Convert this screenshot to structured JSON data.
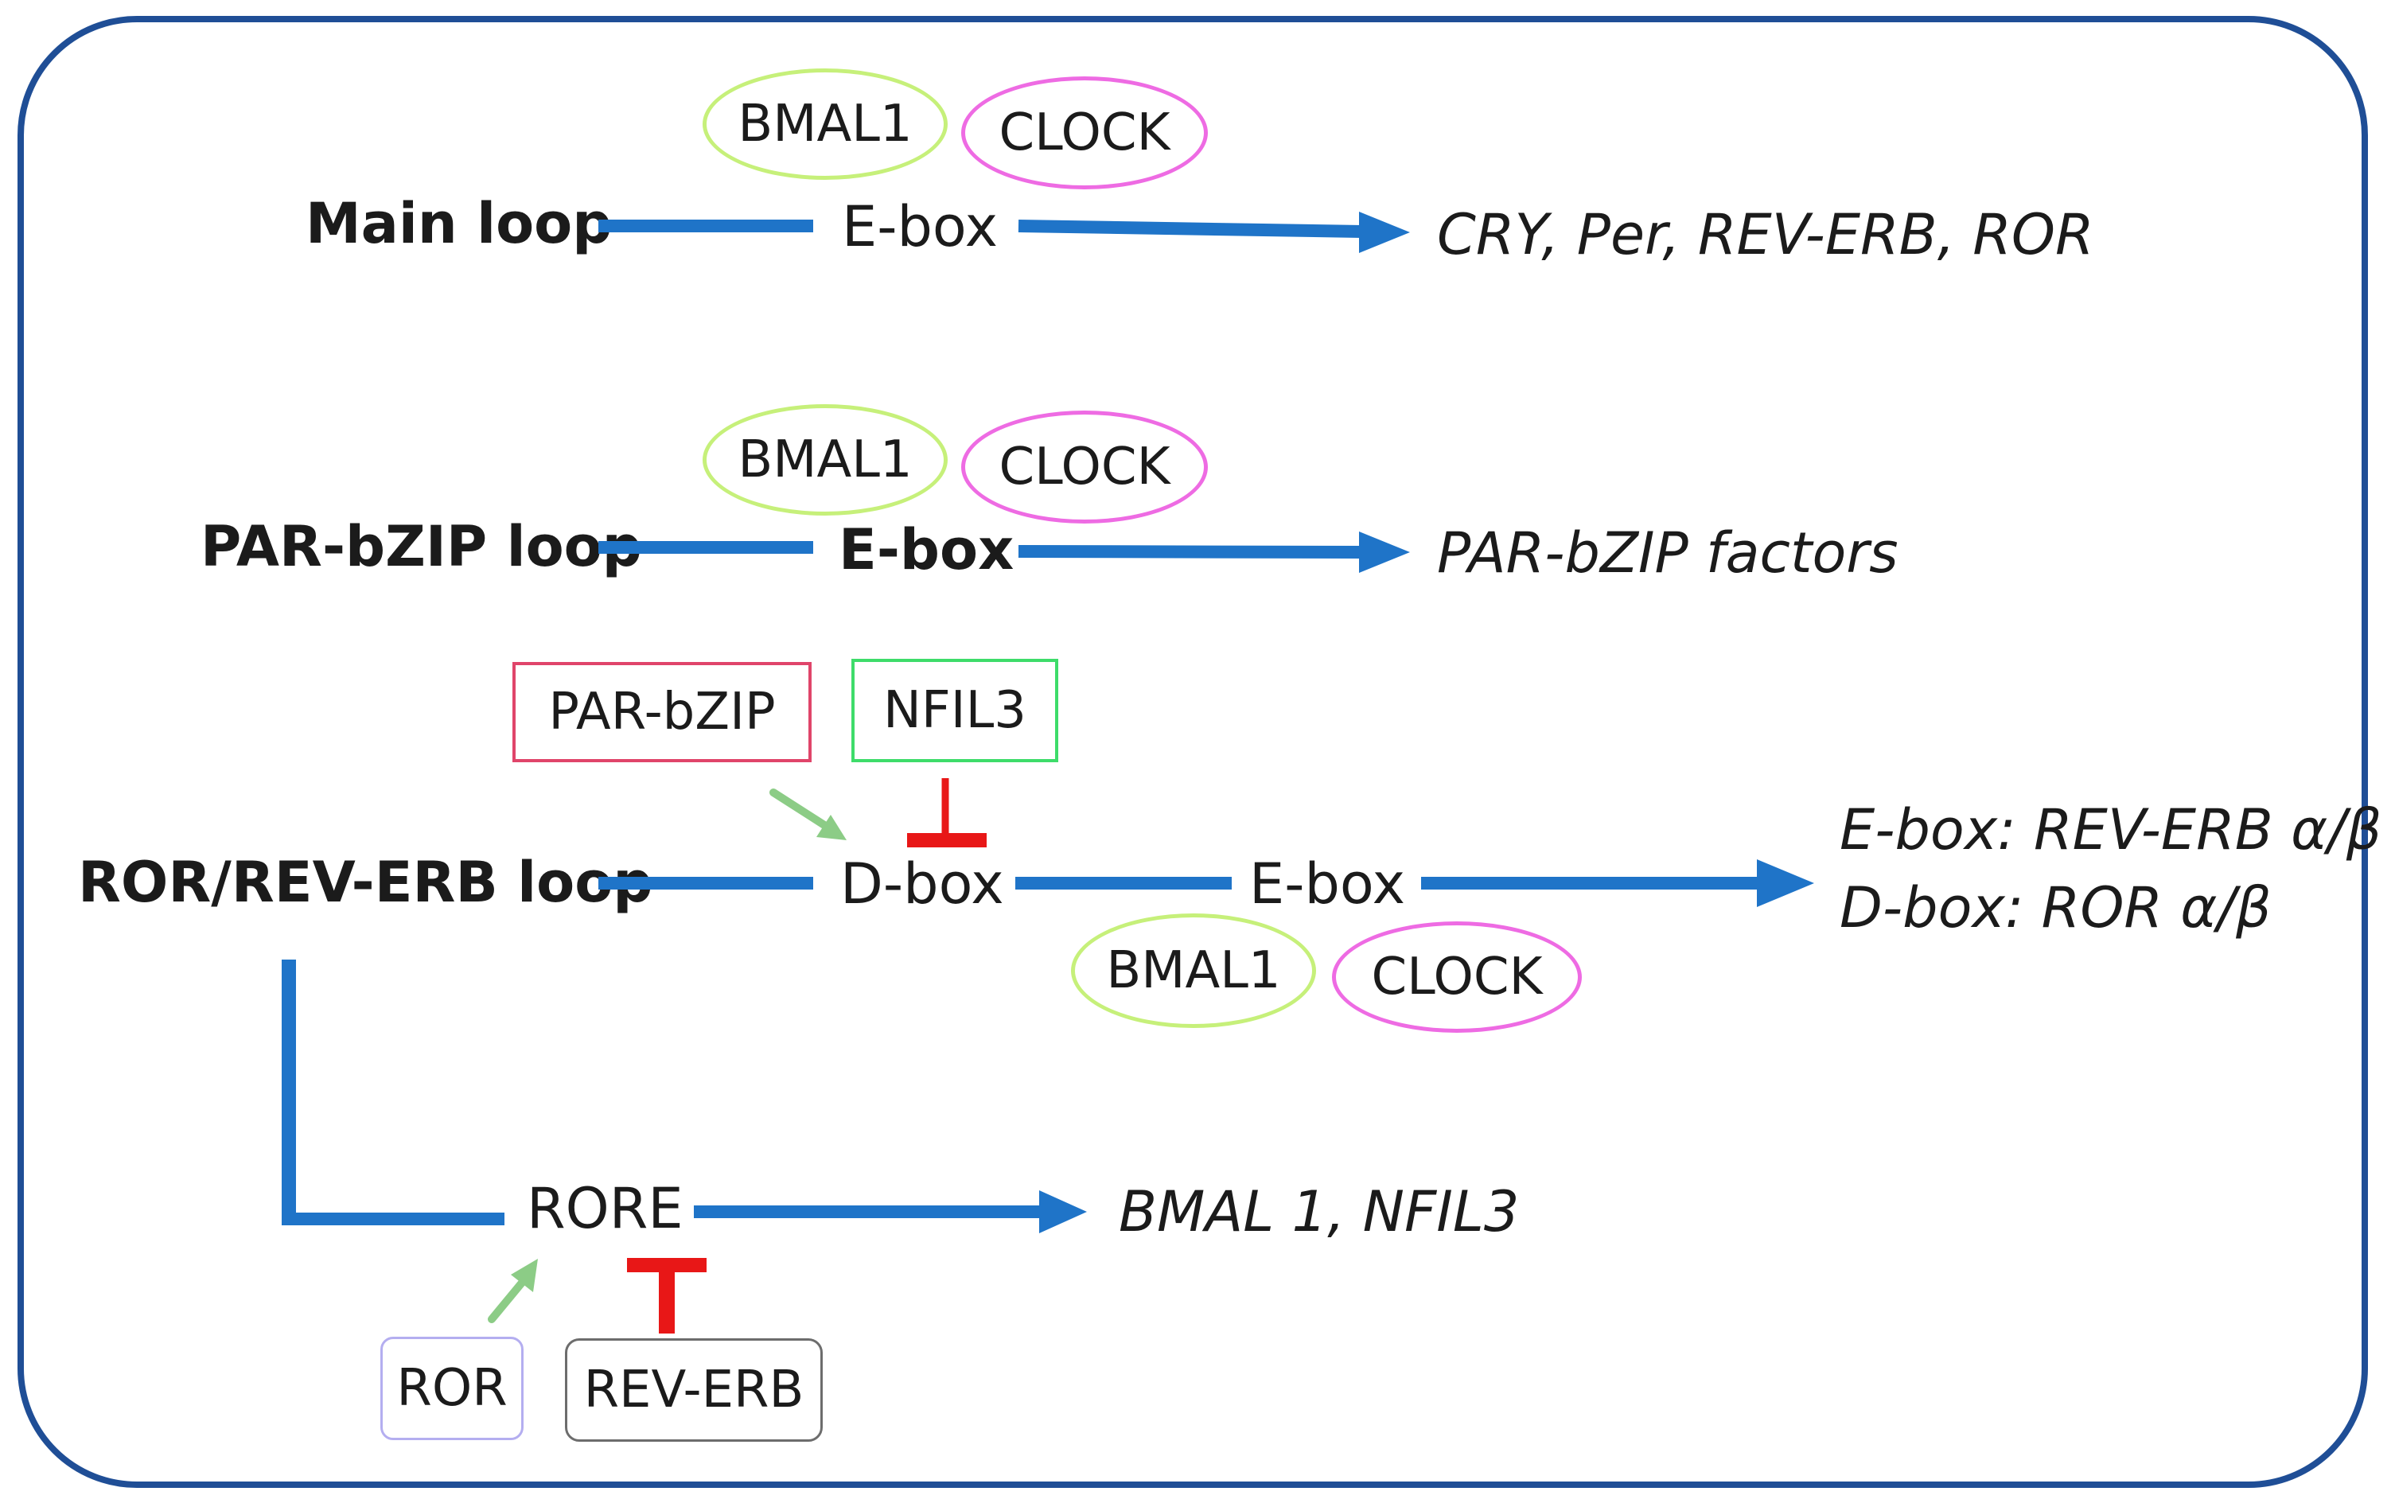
{
  "panel": {
    "border_color": "#1f4e96",
    "line_color": "#1f74c8",
    "activate_color": "#8ccc86",
    "inhibit_color": "#e81717"
  },
  "main_loop": {
    "label": "Main loop",
    "element": "E-box",
    "factors": [
      "BMAL1",
      "CLOCK"
    ],
    "targets": "CRY, Per, REV-ERB, ROR"
  },
  "parbzip_loop": {
    "label": "PAR-bZIP loop",
    "element": "E-box",
    "factors": [
      "BMAL1",
      "CLOCK"
    ],
    "targets": "PAR-bZIP factors"
  },
  "ror_loop": {
    "label": "ROR/REV-ERB loop",
    "dbox": "D-box",
    "ebox": "E-box",
    "activator": "PAR-bZIP",
    "repressor": "NFIL3",
    "factors": [
      "BMAL1",
      "CLOCK"
    ],
    "targets": [
      "E-box: REV-ERB α/β",
      "D-box: ROR α/β"
    ]
  },
  "rore_branch": {
    "element": "RORE",
    "activator": "ROR",
    "repressor": "REV-ERB",
    "targets": "BMAL 1, NFIL3"
  }
}
